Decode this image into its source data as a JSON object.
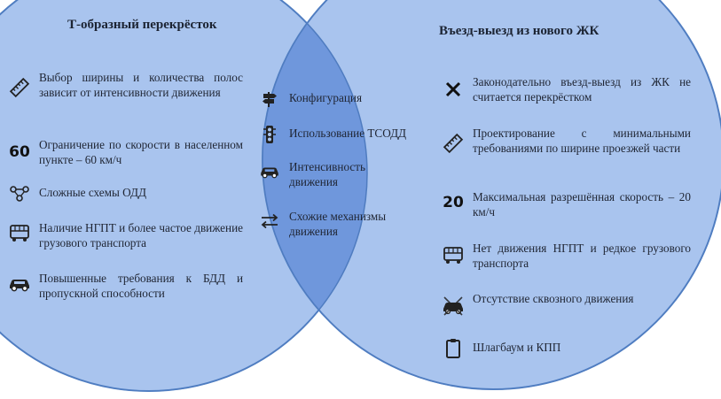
{
  "left": {
    "title": "Т-образный перекрёсток",
    "items": [
      {
        "icon": "ruler-icon",
        "text": "Выбор ширины и количества полос зависит от интенсивности движения"
      },
      {
        "icon": "speed-60",
        "value": "60",
        "text": "Ограничение по скорости в населенном пункте – 60 км/ч"
      },
      {
        "icon": "network-scheme-icon",
        "text": "Сложные схемы ОДД"
      },
      {
        "icon": "bus-icon",
        "text": "Наличие НГПТ и более частое движение грузового транспорта"
      },
      {
        "icon": "car-icon",
        "text": "Повышенные требования к БДД и пропускной способности"
      }
    ]
  },
  "center": {
    "items": [
      {
        "icon": "road-sign-icon",
        "text": "Конфигурация"
      },
      {
        "icon": "traffic-light-icon",
        "text": "Использование ТСОДД"
      },
      {
        "icon": "car-icon",
        "text": "Интенсивность движения"
      },
      {
        "icon": "two-way-arrows-icon",
        "text": "Схожие механизмы движения"
      }
    ]
  },
  "right": {
    "title": "Въезд-выезд из нового ЖК",
    "items": [
      {
        "icon": "cross-icon",
        "text": "Законодательно въезд-выезд из ЖК не считается перекрёстком"
      },
      {
        "icon": "ruler-icon",
        "text": "Проектирование с минимальными требованиями по ширине проезжей части"
      },
      {
        "icon": "speed-20",
        "value": "20",
        "text": "Максимальная разрешённая скорость – 20 км/ч"
      },
      {
        "icon": "bus-icon",
        "text": "Нет движения НГПТ и редкое грузового транспорта"
      },
      {
        "icon": "no-through-traffic-icon",
        "text": "Отсутствие сквозного движения"
      },
      {
        "icon": "clipboard-icon",
        "text": "Шлагбаум и КПП"
      }
    ]
  },
  "colors": {
    "circle_fill": "#a7c3ee",
    "circle_stroke": "#5b86c7",
    "overlap_fill": "#6f97dc"
  }
}
